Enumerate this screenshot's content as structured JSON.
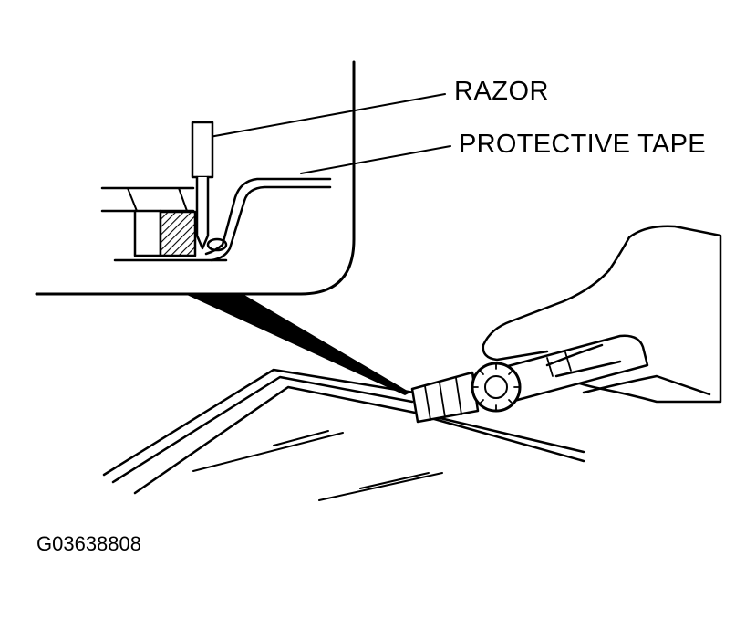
{
  "labels": {
    "razor": "RAZOR",
    "protective_tape": "PROTECTIVE TAPE",
    "figure_id": "G03638808"
  },
  "colors": {
    "ink": "#000000",
    "paper": "#ffffff"
  }
}
